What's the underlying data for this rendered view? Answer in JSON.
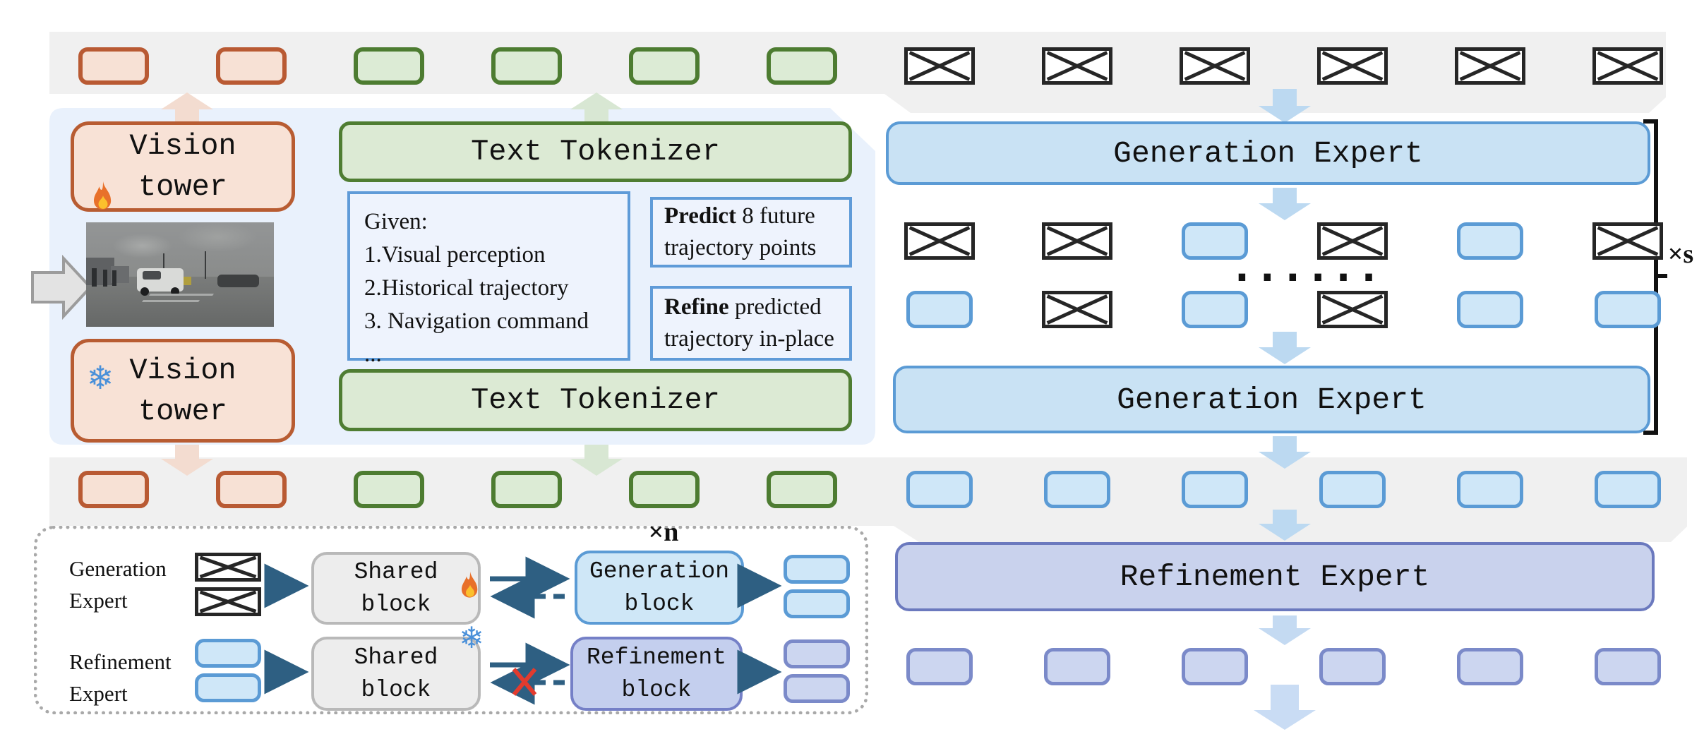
{
  "figure": {
    "tokens": {
      "top_band": [
        "image",
        "image",
        "text",
        "text",
        "text",
        "text",
        "masked",
        "masked",
        "masked",
        "masked",
        "masked",
        "masked"
      ],
      "gen_row_1": [
        "masked",
        "masked",
        "generated",
        "masked",
        "generated",
        "masked"
      ],
      "gen_row_2": [
        "generated",
        "masked",
        "generated",
        "masked",
        "generated",
        "generated"
      ],
      "mid_band": [
        "image",
        "image",
        "text",
        "text",
        "text",
        "text",
        "generated",
        "generated",
        "generated",
        "generated",
        "generated",
        "generated"
      ],
      "refined_row": [
        "refined",
        "refined",
        "refined",
        "refined",
        "refined",
        "refined"
      ]
    },
    "left_panel": {
      "vision_tower_top": {
        "icon": "fire-icon",
        "label": "Vision\ntower"
      },
      "vision_tower_bottom": {
        "icon": "snowflake-icon",
        "label": "Vision\ntower"
      },
      "text_tokenizer_top": "Text Tokenizer",
      "text_tokenizer_bottom": "Text Tokenizer",
      "prompt": "Given:\n1.Visual perception\n2.Historical trajectory\n3. Navigation command\n...",
      "task_predict": {
        "keyword": "Predict",
        "text": " 8 future trajectory points"
      },
      "task_refine": {
        "keyword": "Refine",
        "text": " predicted trajectory in-place"
      }
    },
    "right_panel": {
      "generation_expert_top": "Generation Expert",
      "generation_expert_bottom": "Generation Expert",
      "refinement_expert": "Refinement Expert",
      "repeat_label": "×s",
      "ellipsis": "......"
    },
    "legend": {
      "repeat_label": "×n",
      "generation_row": {
        "label": "Generation\nExpert",
        "shared_block": "Shared\nblock",
        "shared_icon": "fire-icon",
        "expert_block": "Generation\nblock",
        "inputs": [
          "masked",
          "masked"
        ],
        "outputs": [
          "generated",
          "generated"
        ]
      },
      "refinement_row": {
        "label": "Refinement\nExpert",
        "shared_block": "Shared\nblock",
        "shared_icon": "snowflake-icon",
        "expert_block": "Refinement\nblock",
        "inputs": [
          "generated",
          "generated"
        ],
        "outputs": [
          "refined",
          "refined"
        ]
      }
    },
    "colors": {
      "band_gray": "#f0f0f0",
      "panel_blue": "#e9f1fc",
      "image_token_border": "#b95a33",
      "text_token_border": "#4d7c31",
      "generated_token_border": "#5b9bd5",
      "refined_token_border": "#7b8ac9",
      "generation_expert_fill": "#c9e2f4",
      "refinement_expert_fill": "#c9d2ed",
      "flow_arrow_dark": "#2e5f82",
      "cross_red": "#e23b2e"
    }
  }
}
